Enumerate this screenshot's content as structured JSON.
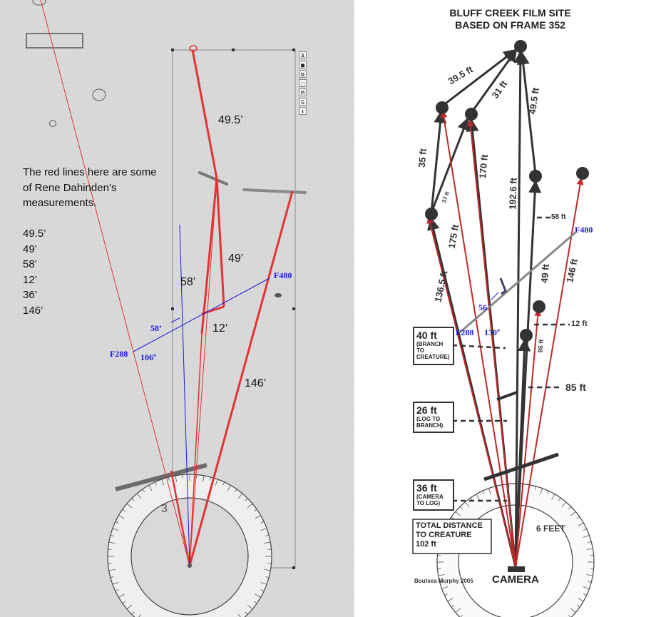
{
  "left": {
    "note": [
      "The red lines here are some",
      "of Rene Dahinden’s",
      "measurements."
    ],
    "measurement_list": [
      "49.5’",
      "49’",
      "58’",
      "12’",
      "36’",
      "146’"
    ],
    "labels": {
      "l495": "49.5’",
      "l49": "49’",
      "l58": "58’",
      "l12": "12’",
      "l146": "146’",
      "f480": "F480",
      "f288": "F288",
      "b58": "58’",
      "deg106": "106º",
      "partial": "3"
    },
    "toolbar": [
      "A",
      "■",
      "⧉",
      "⬚",
      "M",
      "G",
      "⬇"
    ]
  },
  "right": {
    "title": [
      "BLUFF CREEK FILM SITE",
      "BASED ON FRAME 352"
    ],
    "rotated_labels": {
      "r395": "39.5 ft",
      "r31": "31 ft",
      "r495": "49.5 ft",
      "r35": "35 ft",
      "r170": "170 ft",
      "r1926": "192.6 ft",
      "r37": "37 ft",
      "r175": "175 ft",
      "r1365": "136.5 ft",
      "r49": "49 ft",
      "r146": "146 ft",
      "r85small": "85 ft"
    },
    "side_labels": {
      "s58": "58 ft",
      "s12": "12 ft",
      "s85": "85 ft"
    },
    "blue": {
      "f480": "F480",
      "f288": "F288",
      "b56": "56´",
      "deg130": "130º"
    },
    "boxes": {
      "box40": {
        "big": "40 ft",
        "small": [
          "(BRANCH",
          "TO",
          "CREATURE)"
        ]
      },
      "box26": {
        "big": "26 ft",
        "small": [
          "(LOG TO",
          "BRANCH)"
        ]
      },
      "box36": {
        "big": "36 ft",
        "small": [
          "(CAMERA",
          "TO LOG)"
        ]
      },
      "total": [
        "TOTAL DISTANCE",
        "TO CREATURE",
        "102 ft"
      ]
    },
    "feet6": "6 FEET",
    "camera": "CAMERA",
    "credit": "Boutsea  Murphy 2005"
  },
  "colors": {
    "red": "#e63232",
    "dark": "#333333",
    "blue": "#1a1ad8"
  }
}
